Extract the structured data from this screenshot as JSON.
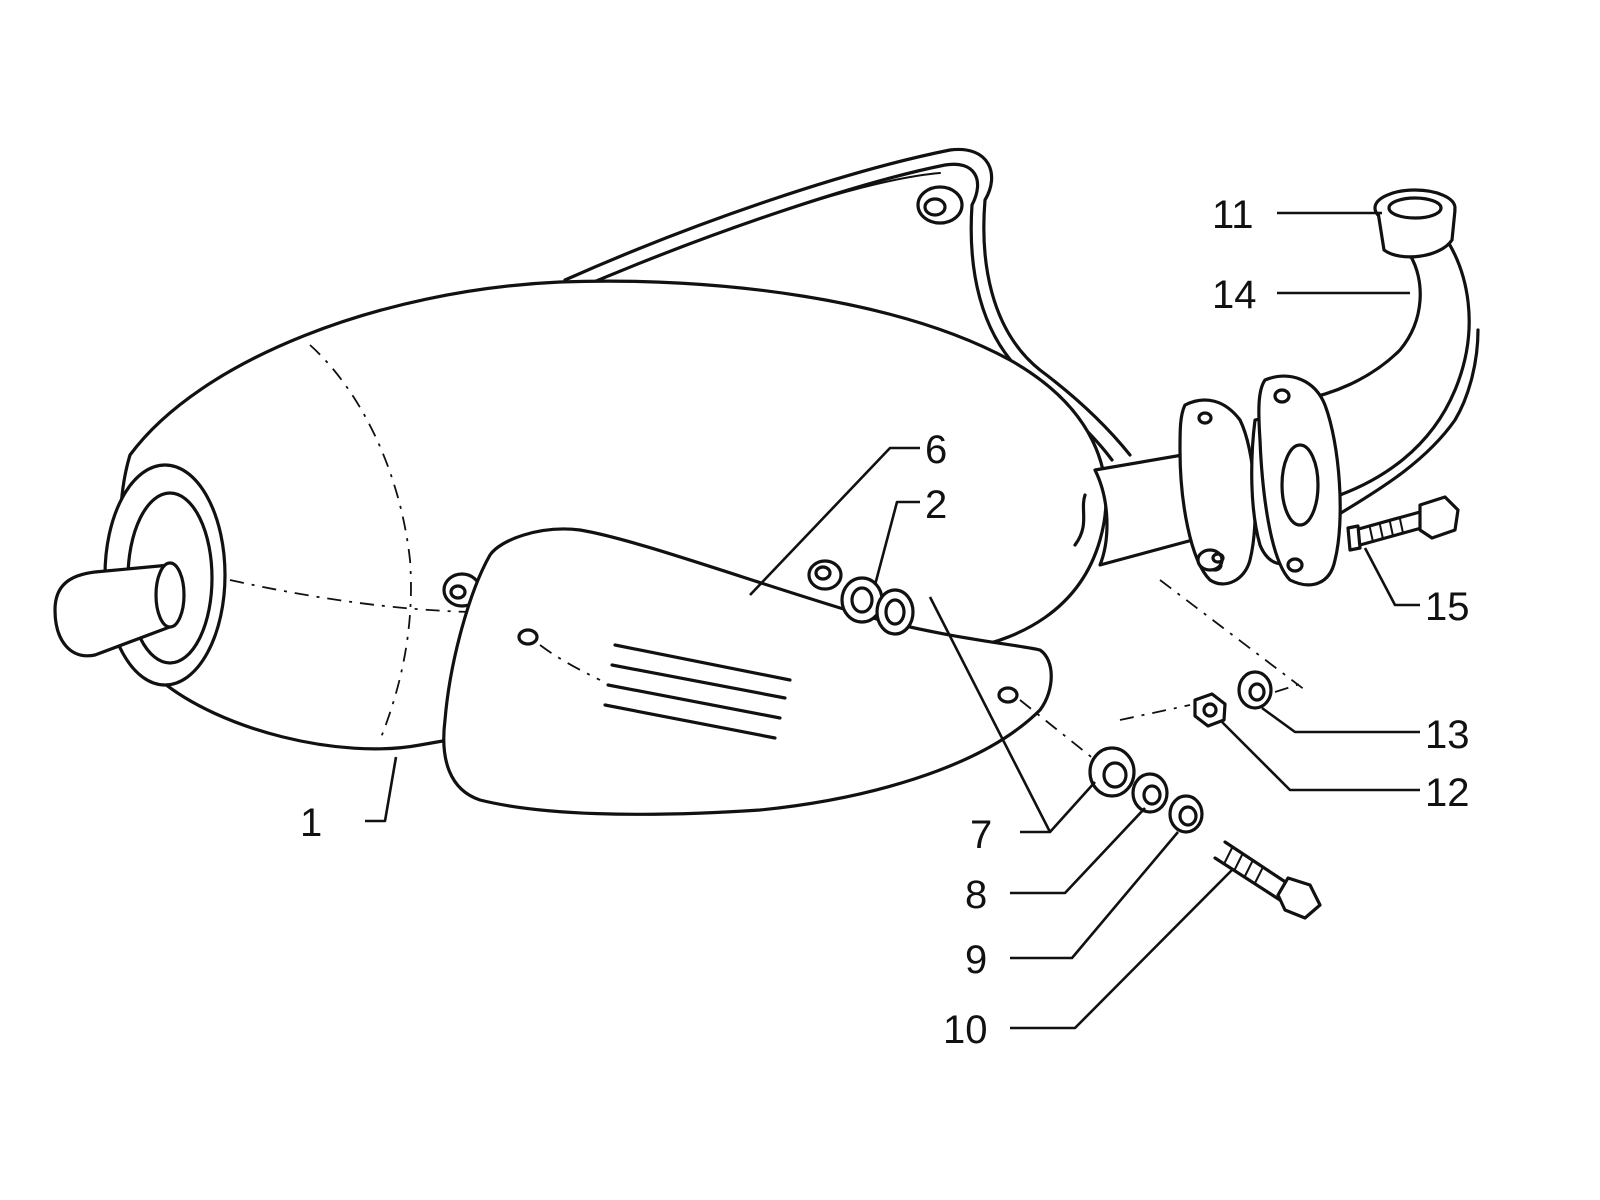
{
  "diagram": {
    "callouts": [
      {
        "id": "1",
        "label": "1"
      },
      {
        "id": "2",
        "label": "2"
      },
      {
        "id": "6",
        "label": "6"
      },
      {
        "id": "7",
        "label": "7"
      },
      {
        "id": "8",
        "label": "8"
      },
      {
        "id": "9",
        "label": "9"
      },
      {
        "id": "10",
        "label": "10"
      },
      {
        "id": "11",
        "label": "11"
      },
      {
        "id": "12",
        "label": "12"
      },
      {
        "id": "13",
        "label": "13"
      },
      {
        "id": "14",
        "label": "14"
      },
      {
        "id": "15",
        "label": "15"
      }
    ],
    "colors": {
      "ink": "#111111",
      "background": "#ffffff"
    }
  }
}
